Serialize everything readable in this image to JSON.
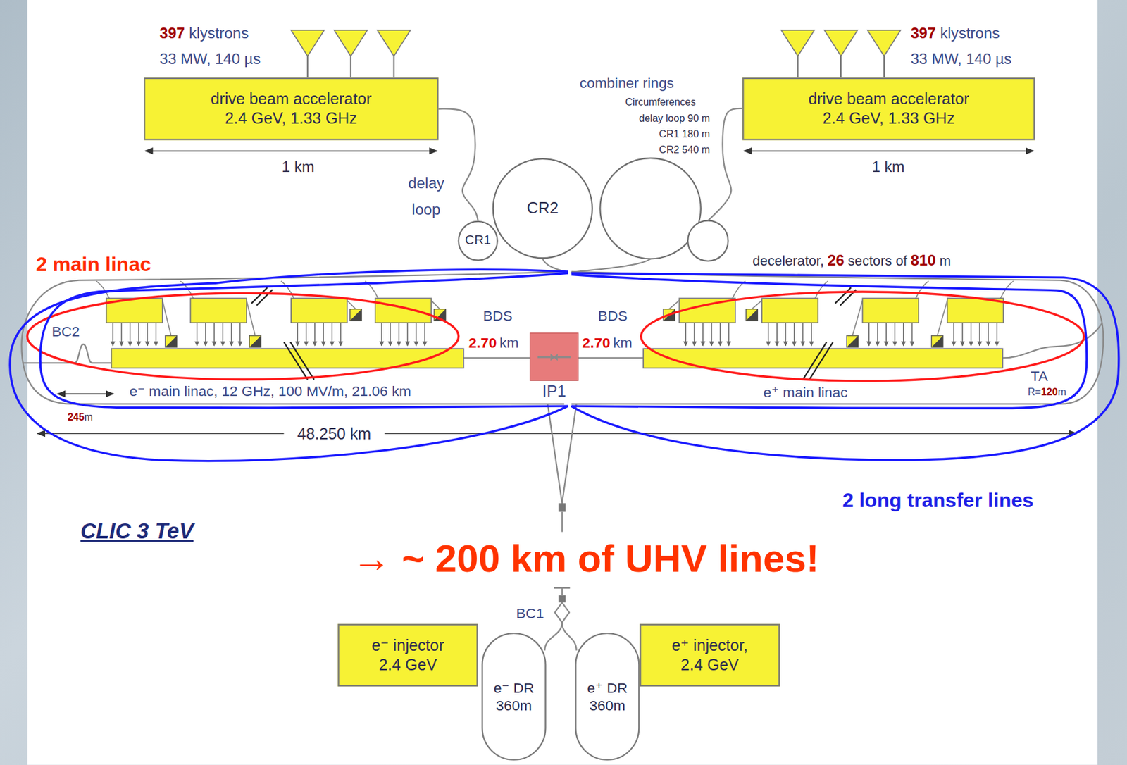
{
  "diagram": {
    "nodes": [
      {
        "text": [
          "drive beam accelerator",
          "2.4 GeV, 1.33 GHz"
        ]
      },
      {
        "text": [
          "drive beam accelerator",
          "2.4 GeV, 1.33 GHz"
        ]
      },
      {
        "text": [
          "CR1"
        ]
      },
      {
        "text": [
          "CR2"
        ]
      },
      {
        "text": [
          "IP1"
        ]
      },
      {
        "text": [
          "e⁻ injector",
          "2.4 GeV"
        ]
      },
      {
        "text": [
          "e⁻ DR",
          "360m"
        ]
      },
      {
        "text": [
          "e⁺ DR",
          "360m"
        ]
      },
      {
        "text": [
          "e⁺ injector,",
          "2.4 GeV"
        ]
      }
    ],
    "edges": [
      {
        "from": 0,
        "to": 2,
        "arrow": "none"
      }
    ],
    "labels": [
      "397",
      "klystrons",
      "33 MW, 140 µs",
      "397",
      "klystrons",
      "33 MW, 140 µs",
      "1 km",
      "combiner rings",
      "Circumferences",
      "delay loop 90 m",
      "CR1 180 m",
      "CR2 540 m",
      "1 km",
      "delay",
      "loop",
      "2 main linac",
      "decelerator,",
      "26",
      "sectors of",
      "810",
      "m",
      "BDS",
      "2.70",
      "km",
      "BDS",
      "2.70",
      "km",
      "BC2",
      "245",
      "m",
      "e⁻ main linac, 12 GHz, 100 MV/m, 21.06 km",
      "e⁺ main linac",
      "TA",
      "R=",
      "120",
      "m",
      "48.250 km",
      "2 long transfer lines",
      "CLIC 3 TeV",
      "→ ~ 200 km of UHV lines!",
      "BC1"
    ]
  }
}
